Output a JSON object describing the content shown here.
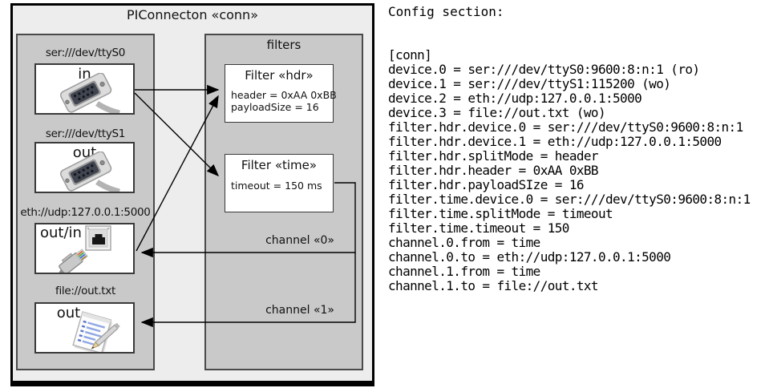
{
  "diagram": {
    "title": "PIConnecton «conn»",
    "devices": [
      {
        "label": "ser:///dev/ttyS0",
        "port": "in",
        "icon": "serial-connector-icon"
      },
      {
        "label": "ser:///dev/ttyS1",
        "port": "out",
        "icon": "serial-connector-icon"
      },
      {
        "label": "eth://udp:127.0.0.1:5000",
        "port": "out/in",
        "icon": "ethernet-connector-icon"
      },
      {
        "label": "file://out.txt",
        "port": "out",
        "icon": "notepad-icon"
      }
    ],
    "filters_panel": {
      "title": "filters",
      "filters": [
        {
          "title": "Filter «hdr»",
          "properties": [
            "header = 0xAA 0xBB",
            "payloadSize = 16"
          ]
        },
        {
          "title": "Filter «time»",
          "properties": [
            "timeout = 150 ms"
          ]
        }
      ]
    },
    "channels": [
      {
        "label": "channel «0»"
      },
      {
        "label": "channel «1»"
      }
    ]
  },
  "config": {
    "heading": "Config section:",
    "lines": [
      "[conn]",
      "device.0 = ser:///dev/ttyS0:9600:8:n:1 (ro)",
      "device.1 = ser:///dev/ttyS1:115200 (wo)",
      "device.2 = eth://udp:127.0.0.1:5000",
      "device.3 = file://out.txt (wo)",
      "filter.hdr.device.0 = ser:///dev/ttyS0:9600:8:n:1",
      "filter.hdr.device.1 = eth://udp:127.0.0.1:5000",
      "filter.hdr.splitMode = header",
      "filter.hdr.header = 0xAA 0xBB",
      "filter.hdr.payloadSIze = 16",
      "filter.time.device.0 = ser:///dev/ttyS0:9600:8:n:1",
      "filter.time.splitMode = timeout",
      "filter.time.timeout = 150",
      "channel.0.from = time",
      "channel.0.to = eth://udp:127.0.0.1:5000",
      "channel.1.from = time",
      "channel.1.to = file://out.txt"
    ]
  },
  "colors": {
    "outer_fill": "#ededed",
    "panel_fill": "#c9c9c9",
    "box_fill": "#ffffff",
    "line": "#000000"
  }
}
